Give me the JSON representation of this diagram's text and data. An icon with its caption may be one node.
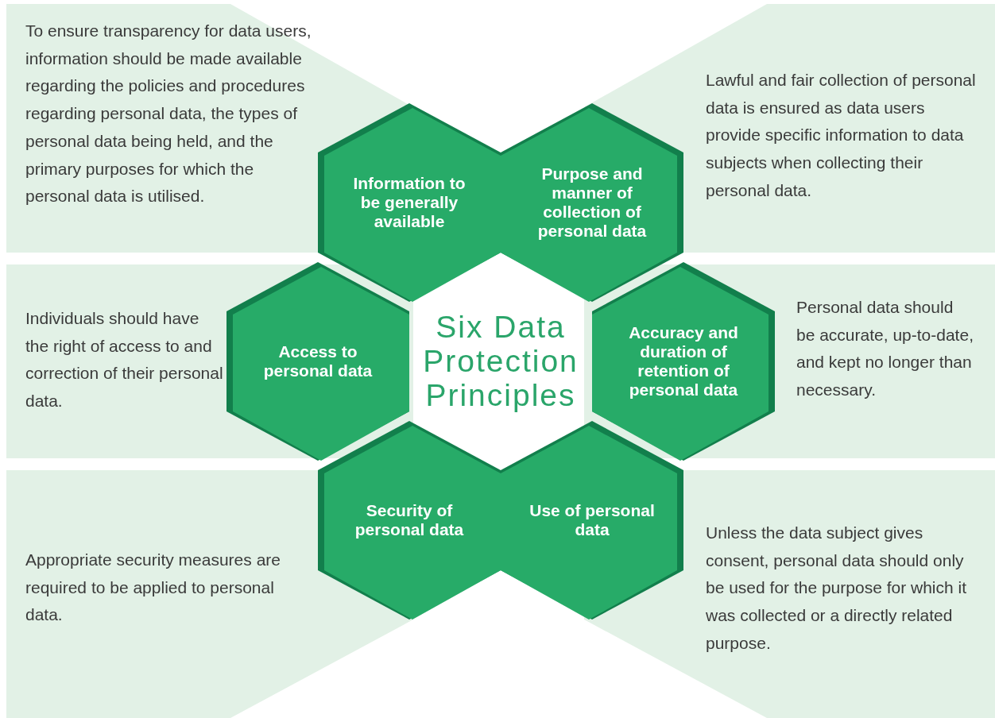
{
  "diagram": {
    "title": "Six Data Protection Principles",
    "nodes": [
      {
        "text": [
          "Information to be generally available"
        ],
        "beside": [
          "To ensure transparency for data users, information should be made available regarding the policies and procedures regarding personal data, the types of personal data being held, and the primary purposes for which the personal data is utilised."
        ]
      },
      {
        "text": [
          "Purpose and manner of collection of personal data"
        ],
        "beside": [
          "Lawful and fair collection of personal data is ensured as data users provide specific information to data subjects when collecting their personal data."
        ]
      },
      {
        "text": [
          "Access to personal data"
        ],
        "beside": [
          "Individuals should have the right of access to and correction of their personal data."
        ]
      },
      {
        "text": [
          "Accuracy and duration of retention of personal data"
        ],
        "beside": [
          "Personal data should be accurate, up-to-date, and kept no longer than necessary."
        ]
      },
      {
        "text": [
          "Security of personal data"
        ],
        "beside": [
          "Appropriate security measures are required to be applied to personal data."
        ]
      },
      {
        "text": [
          "Use of personal data"
        ],
        "beside": [
          "Unless the data subject gives consent, personal data should only be used for the purpose for which it was collected or a directly related purpose."
        ]
      }
    ],
    "edges": []
  }
}
